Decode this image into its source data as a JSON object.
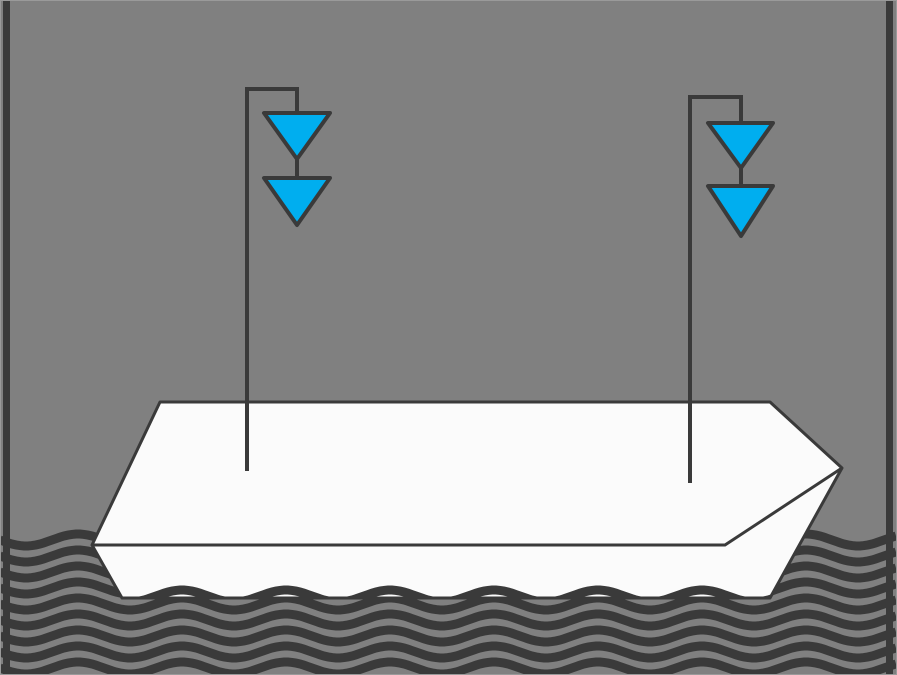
{
  "colors": {
    "background": "#808080",
    "stroke": "#3a3a3a",
    "boat": "#fbfbfb",
    "water_light": "#999999",
    "marker_fill": "#00aeef"
  },
  "elements": {
    "left_wall": "wall",
    "right_wall": "wall",
    "boat": "boat-hull",
    "water": "wavy-water",
    "left_mast": {
      "markers": [
        "down-triangle",
        "down-triangle"
      ]
    },
    "right_mast": {
      "markers": [
        "down-triangle",
        "down-triangle"
      ]
    }
  }
}
